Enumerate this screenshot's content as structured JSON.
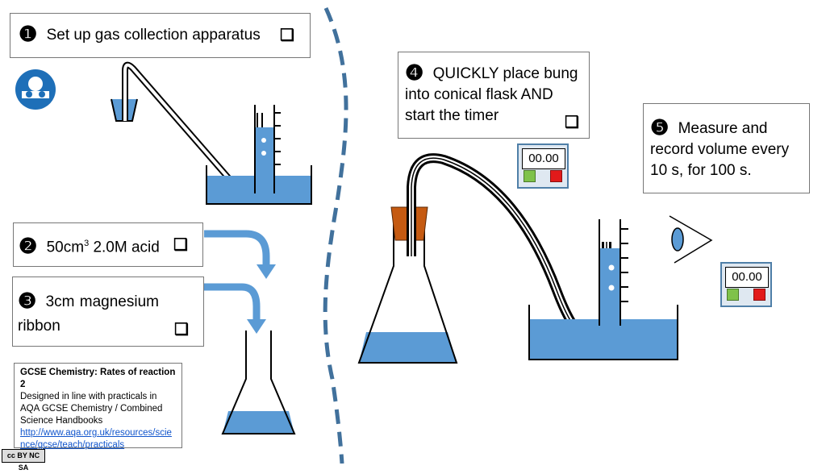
{
  "steps": {
    "s1": {
      "num": "❶",
      "text": "Set up gas collection apparatus",
      "check": "❑"
    },
    "s2": {
      "num": "❷",
      "text_a": "50cm",
      "sup": "3",
      "text_b": " 2.0M acid",
      "check": "❑"
    },
    "s3": {
      "num": "❸",
      "text": "3cm magnesium ribbon",
      "check": "❑"
    },
    "s4": {
      "num": "❹",
      "text": "QUICKLY place bung into conical flask AND start the timer",
      "check": "❑"
    },
    "s5": {
      "num": "❺",
      "text": "Measure and record volume every 10 s, for 100 s."
    }
  },
  "timers": [
    {
      "display": "00.00"
    },
    {
      "display": "00.00"
    }
  ],
  "credit": {
    "title": "GCSE Chemistry: Rates of reaction 2",
    "body": "Designed in line with practicals in AQA GCSE Chemistry / Combined Science Handbooks",
    "link": "http://www.aqa.org.uk/resources/science/gcse/teach/practicals"
  },
  "license": {
    "badge": "cc BY NC SA"
  },
  "icons": {
    "safety": "safety-goggles-icon",
    "eye": "eye-icon",
    "checkbox": "checkbox-icon"
  },
  "colors": {
    "water": "#5b9bd5",
    "arrow": "#5b9bd5",
    "bung": "#c55a11",
    "divider": "#41719c",
    "safety_bg": "#1e6fb8"
  }
}
